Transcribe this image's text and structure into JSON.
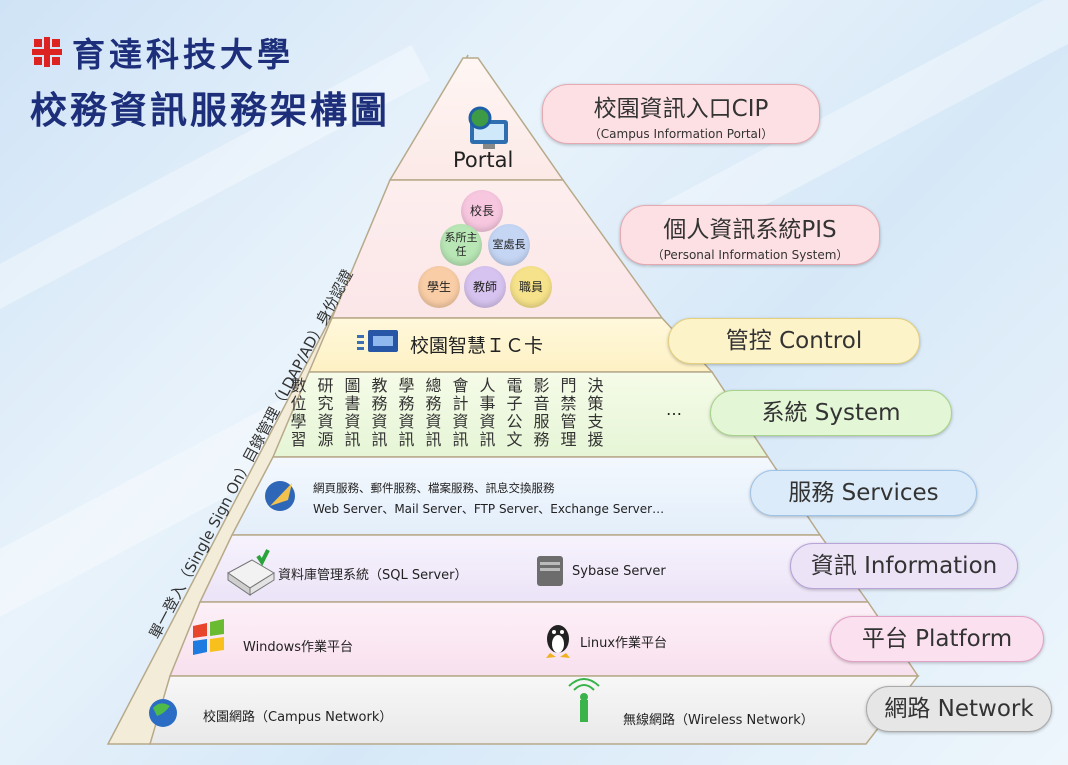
{
  "title": {
    "line1": "育達科技大學",
    "line2": "校務資訊服務架構圖"
  },
  "side_label": "單一登入（Single Sign On）目錄管理（LDAP/AD）身份認證",
  "layers": {
    "portal": {
      "label": "Portal"
    },
    "pis": {
      "roles": [
        "校長",
        "系所主任",
        "室處長",
        "學生",
        "教師",
        "職員"
      ]
    },
    "control": {
      "label": "校園智慧ＩＣ卡"
    },
    "system": {
      "columns": [
        "數位學習",
        "研究資源",
        "圖書資訊",
        "教務資訊",
        "學務資訊",
        "總務資訊",
        "會計資訊",
        "人事資訊",
        "電子公文",
        "影音服務",
        "門禁管理",
        "決策支援"
      ],
      "ellipsis": "…"
    },
    "services": {
      "line1": "網頁服務、郵件服務、檔案服務、訊息交換服務",
      "line2": "Web Server、Mail Server、FTP Server、Exchange Server…"
    },
    "information": {
      "item1": "資料庫管理系統（SQL Server）",
      "item2": "Sybase Server"
    },
    "platform": {
      "item1": "Windows作業平台",
      "item2": "Linux作業平台"
    },
    "network": {
      "item1": "校園網路（Campus Network）",
      "item2": "無線網路（Wireless Network）"
    }
  },
  "tags": {
    "cip": {
      "main": "校園資訊入口CIP",
      "sub": "（Campus Information Portal）"
    },
    "pis": {
      "main": "個人資訊系統PIS",
      "sub": "（Personal Information System）"
    },
    "control": "管控 Control",
    "system": "系統 System",
    "services": "服務 Services",
    "information": "資訊 Information",
    "platform": "平台 Platform",
    "network": "網路 Network"
  },
  "colors": {
    "title": "#1d2f7a",
    "cip_tag": "#fde0e4",
    "pis_tag": "#fde0e4",
    "control_tag": "#fdf3c8",
    "system_tag": "#e3f6d5",
    "services_tag": "#dcebf9",
    "information_tag": "#ece3f7",
    "platform_tag": "#fbe0ef",
    "network_tag": "#e6e6e6"
  }
}
